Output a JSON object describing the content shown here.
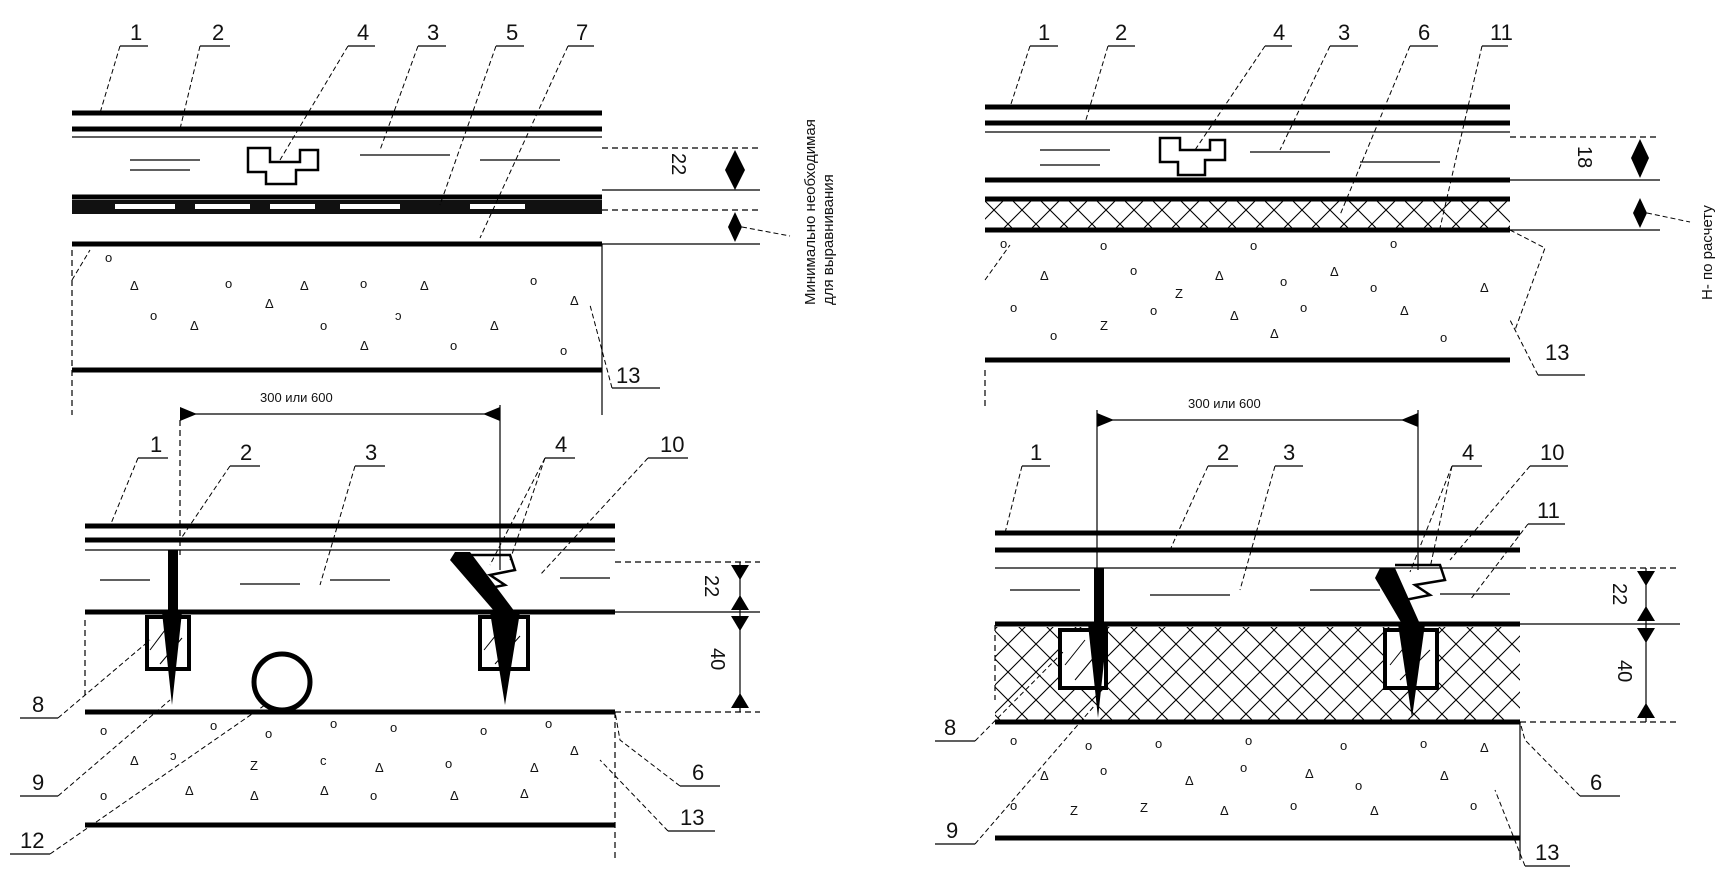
{
  "callouts": {
    "tl": [
      "1",
      "2",
      "4",
      "3",
      "5",
      "7",
      "13"
    ],
    "tr": [
      "1",
      "2",
      "4",
      "3",
      "6",
      "11",
      "13"
    ],
    "bl": [
      "1",
      "2",
      "3",
      "4",
      "10",
      "8",
      "9",
      "12",
      "6",
      "13"
    ],
    "br": [
      "1",
      "2",
      "3",
      "4",
      "10",
      "11",
      "8",
      "9",
      "6",
      "13"
    ]
  },
  "dimensions": {
    "tl_height": "22",
    "tr_height": "18",
    "bl_height_top": "22",
    "bl_height_bottom": "40",
    "br_height_top": "22",
    "br_height_bottom": "40",
    "bl_span": "300 или 600",
    "br_span": "300 или 600"
  },
  "notes": {
    "tl_line1": "Минимально необходимая",
    "tl_line2": "для выравнивания",
    "tr": "H- по расчету"
  }
}
